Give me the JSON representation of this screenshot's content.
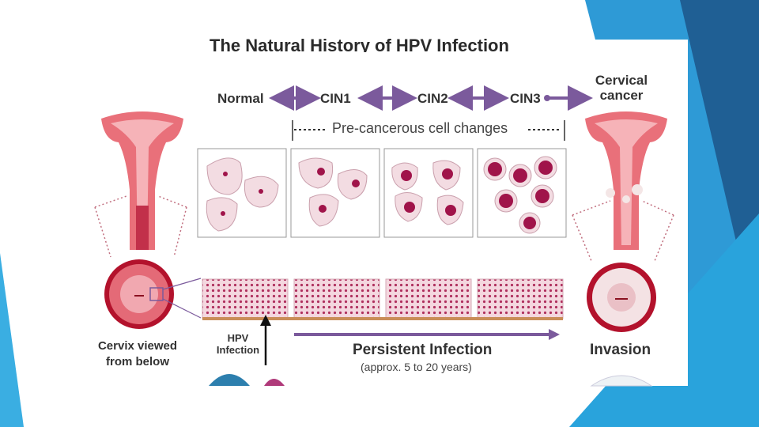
{
  "title": "The Natural History of HPV Infection",
  "stages": [
    "Normal",
    "CIN1",
    "CIN2",
    "CIN3"
  ],
  "cancer_label": [
    "Cervical",
    "cancer"
  ],
  "precancer_label": "Pre-cancerous  cell changes",
  "cervix_label": [
    "Cervix viewed",
    "from below"
  ],
  "hpv_label": [
    "HPV",
    "Infection"
  ],
  "persistent_label": "Persistent Infection",
  "persistent_sub": "(approx. 5 to 20 years)",
  "invasion_label": "Invasion",
  "colors": {
    "arrow": "#7b5a9c",
    "cell_fill": "#f3dce2",
    "nucleus": "#a0144a",
    "tissue": "#d88aa2",
    "slide_blue": "#2a8fc9",
    "slide_dark": "#1f5f94"
  }
}
